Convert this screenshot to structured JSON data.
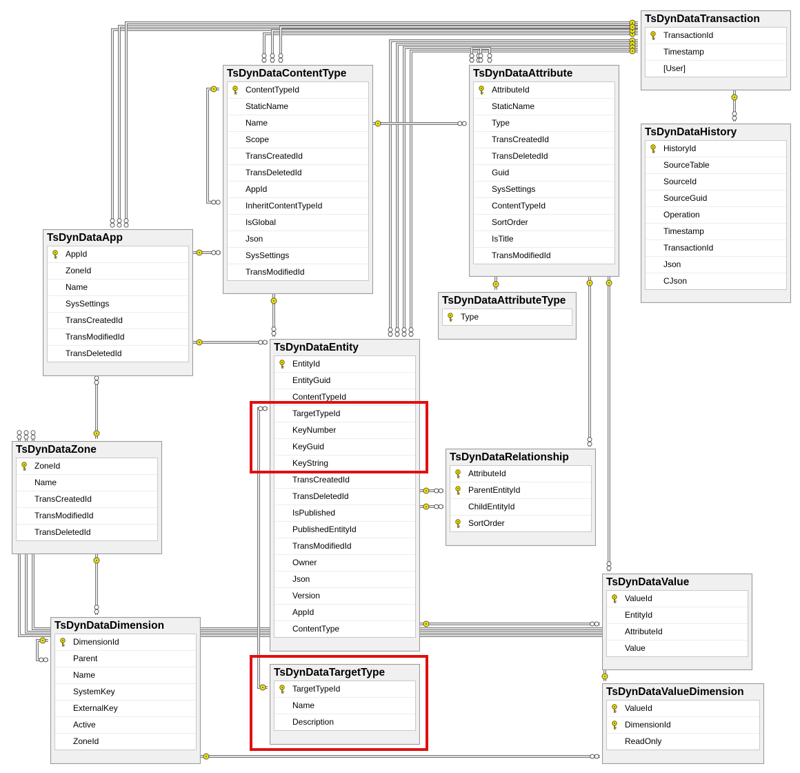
{
  "tables": {
    "transaction": {
      "title": "TsDynDataTransaction",
      "fields": [
        {
          "name": "TransactionId",
          "key": true
        },
        {
          "name": "Timestamp",
          "key": false
        },
        {
          "name": "[User]",
          "key": false
        }
      ]
    },
    "history": {
      "title": "TsDynDataHistory",
      "fields": [
        {
          "name": "HistoryId",
          "key": true
        },
        {
          "name": "SourceTable",
          "key": false
        },
        {
          "name": "SourceId",
          "key": false
        },
        {
          "name": "SourceGuid",
          "key": false
        },
        {
          "name": "Operation",
          "key": false
        },
        {
          "name": "Timestamp",
          "key": false
        },
        {
          "name": "TransactionId",
          "key": false
        },
        {
          "name": "Json",
          "key": false
        },
        {
          "name": "CJson",
          "key": false
        }
      ]
    },
    "contenttype": {
      "title": "TsDynDataContentType",
      "fields": [
        {
          "name": "ContentTypeId",
          "key": true
        },
        {
          "name": "StaticName",
          "key": false
        },
        {
          "name": "Name",
          "key": false
        },
        {
          "name": "Scope",
          "key": false
        },
        {
          "name": "TransCreatedId",
          "key": false
        },
        {
          "name": "TransDeletedId",
          "key": false
        },
        {
          "name": "AppId",
          "key": false
        },
        {
          "name": "InheritContentTypeId",
          "key": false
        },
        {
          "name": "IsGlobal",
          "key": false
        },
        {
          "name": "Json",
          "key": false
        },
        {
          "name": "SysSettings",
          "key": false
        },
        {
          "name": "TransModifiedId",
          "key": false
        }
      ]
    },
    "attribute": {
      "title": "TsDynDataAttribute",
      "fields": [
        {
          "name": "AttributeId",
          "key": true
        },
        {
          "name": "StaticName",
          "key": false
        },
        {
          "name": "Type",
          "key": false
        },
        {
          "name": "TransCreatedId",
          "key": false
        },
        {
          "name": "TransDeletedId",
          "key": false
        },
        {
          "name": "Guid",
          "key": false
        },
        {
          "name": "SysSettings",
          "key": false
        },
        {
          "name": "ContentTypeId",
          "key": false
        },
        {
          "name": "SortOrder",
          "key": false
        },
        {
          "name": "IsTitle",
          "key": false
        },
        {
          "name": "TransModifiedId",
          "key": false
        }
      ]
    },
    "app": {
      "title": "TsDynDataApp",
      "fields": [
        {
          "name": "AppId",
          "key": true
        },
        {
          "name": "ZoneId",
          "key": false
        },
        {
          "name": "Name",
          "key": false
        },
        {
          "name": "SysSettings",
          "key": false
        },
        {
          "name": "TransCreatedId",
          "key": false
        },
        {
          "name": "TransModifiedId",
          "key": false
        },
        {
          "name": "TransDeletedId",
          "key": false
        }
      ]
    },
    "attributetype": {
      "title": "TsDynDataAttributeType",
      "fields": [
        {
          "name": "Type",
          "key": true
        }
      ]
    },
    "entity": {
      "title": "TsDynDataEntity",
      "fields": [
        {
          "name": "EntityId",
          "key": true
        },
        {
          "name": "EntityGuid",
          "key": false
        },
        {
          "name": "ContentTypeId",
          "key": false
        },
        {
          "name": "TargetTypeId",
          "key": false
        },
        {
          "name": "KeyNumber",
          "key": false
        },
        {
          "name": "KeyGuid",
          "key": false
        },
        {
          "name": "KeyString",
          "key": false
        },
        {
          "name": "TransCreatedId",
          "key": false
        },
        {
          "name": "TransDeletedId",
          "key": false
        },
        {
          "name": "IsPublished",
          "key": false
        },
        {
          "name": "PublishedEntityId",
          "key": false
        },
        {
          "name": "TransModifiedId",
          "key": false
        },
        {
          "name": "Owner",
          "key": false
        },
        {
          "name": "Json",
          "key": false
        },
        {
          "name": "Version",
          "key": false
        },
        {
          "name": "AppId",
          "key": false
        },
        {
          "name": "ContentType",
          "key": false
        }
      ]
    },
    "zone": {
      "title": "TsDynDataZone",
      "fields": [
        {
          "name": "ZoneId",
          "key": true
        },
        {
          "name": "Name",
          "key": false
        },
        {
          "name": "TransCreatedId",
          "key": false
        },
        {
          "name": "TransModifiedId",
          "key": false
        },
        {
          "name": "TransDeletedId",
          "key": false
        }
      ]
    },
    "relationship": {
      "title": "TsDynDataRelationship",
      "fields": [
        {
          "name": "AttributeId",
          "key": true
        },
        {
          "name": "ParentEntityId",
          "key": true
        },
        {
          "name": "ChildEntityId",
          "key": false
        },
        {
          "name": "SortOrder",
          "key": true
        }
      ]
    },
    "dimension": {
      "title": "TsDynDataDimension",
      "fields": [
        {
          "name": "DimensionId",
          "key": true
        },
        {
          "name": "Parent",
          "key": false
        },
        {
          "name": "Name",
          "key": false
        },
        {
          "name": "SystemKey",
          "key": false
        },
        {
          "name": "ExternalKey",
          "key": false
        },
        {
          "name": "Active",
          "key": false
        },
        {
          "name": "ZoneId",
          "key": false
        }
      ]
    },
    "value": {
      "title": "TsDynDataValue",
      "fields": [
        {
          "name": "ValueId",
          "key": true
        },
        {
          "name": "EntityId",
          "key": false
        },
        {
          "name": "AttributeId",
          "key": false
        },
        {
          "name": "Value",
          "key": false
        }
      ]
    },
    "targettype": {
      "title": "TsDynDataTargetType",
      "fields": [
        {
          "name": "TargetTypeId",
          "key": true
        },
        {
          "name": "Name",
          "key": false
        },
        {
          "name": "Description",
          "key": false
        }
      ]
    },
    "valuedimension": {
      "title": "TsDynDataValueDimension",
      "fields": [
        {
          "name": "ValueId",
          "key": true
        },
        {
          "name": "DimensionId",
          "key": true
        },
        {
          "name": "ReadOnly",
          "key": false
        }
      ]
    }
  },
  "colors": {
    "connector": "#7a7a7a",
    "key_icon": "#f2e600",
    "highlight": "#e01010"
  }
}
